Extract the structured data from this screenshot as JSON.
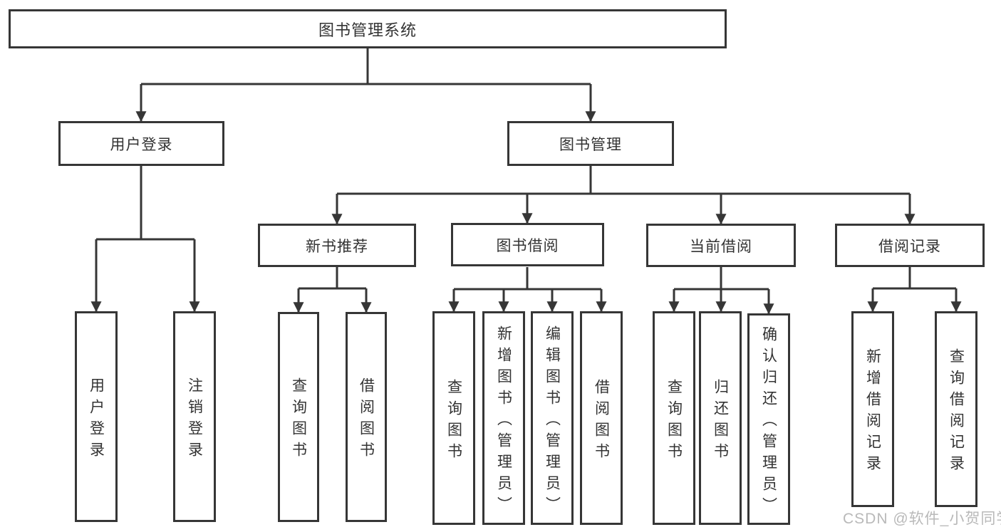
{
  "diagram": {
    "title": "图书管理系统",
    "branches": [
      {
        "label": "用户登录",
        "children": [
          "用户登录",
          "注销登录"
        ]
      },
      {
        "label": "图书管理",
        "groups": [
          {
            "label": "新书推荐",
            "children": [
              "查询图书",
              "借阅图书"
            ]
          },
          {
            "label": "图书借阅",
            "children": [
              "查询图书",
              "新增图书（管理员）",
              "编辑图书（管理员）",
              "借阅图书"
            ]
          },
          {
            "label": "当前借阅",
            "children": [
              "查询图书",
              "归还图书",
              "确认归还（管理员）"
            ]
          },
          {
            "label": "借阅记录",
            "children": [
              "新增借阅记录",
              "查询借阅记录"
            ]
          }
        ]
      }
    ]
  },
  "colors": {
    "line": "#363636",
    "text": "#333333",
    "watermark": "#b9b9b9",
    "background": "#ffffff"
  },
  "watermark": "CSDN @软件_小贺同学"
}
